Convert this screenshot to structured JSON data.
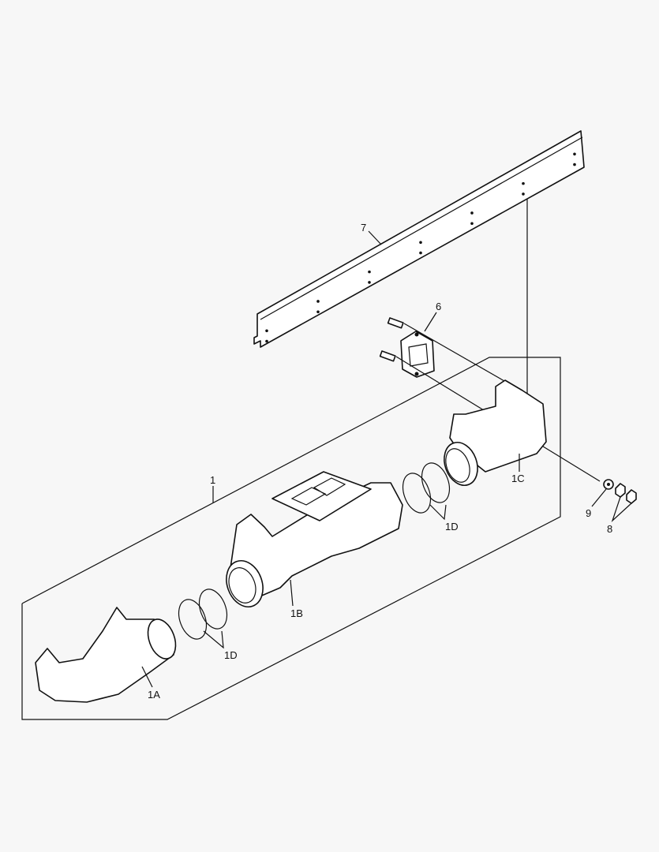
{
  "callouts": {
    "heat_shield": "7",
    "gasket": "6",
    "manifold_assembly": "1",
    "rear_section": "1C",
    "seal_rings_rear": "1D",
    "center_section": "1B",
    "seal_rings_front": "1D",
    "front_section": "1A",
    "washer": "9",
    "nut": "8"
  },
  "colors": {
    "background": "#f7f7f7",
    "line": "#111111"
  }
}
